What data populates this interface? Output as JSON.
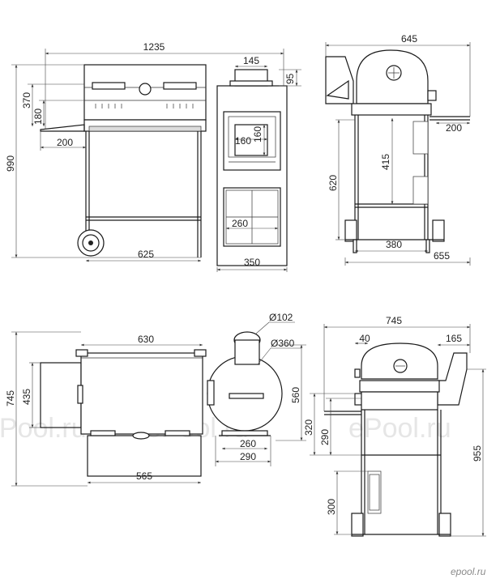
{
  "watermark": "ePool.ru",
  "logo": "epool.ru",
  "dimensions": {
    "front_total_width": "1235",
    "front_chimney_width": "145",
    "front_chimney_height": "95",
    "front_lid_height": "370",
    "front_grill_height": "180",
    "front_total_height": "990",
    "front_shelf_width": "200",
    "front_base_width": "625",
    "front_door_width": "160",
    "front_door_height": "160",
    "front_cabinet_width": "260",
    "front_smoker_width": "350",
    "side_total_width": "645",
    "side_shelf_width": "200",
    "side_inner_height": "415",
    "side_table_height": "620",
    "side_base_inner": "380",
    "side_base_total": "655",
    "top_grill_width": "630",
    "top_chimney_dia": "Ø102",
    "top_smoker_dia": "Ø360",
    "top_depth": "745",
    "top_shelf_depth": "435",
    "top_smoker_depth": "560",
    "top_base_inner": "260",
    "top_base_total": "290",
    "top_shelf_width": "565",
    "side2_total_width": "745",
    "side2_offset": "40",
    "side2_chimney": "165",
    "side2_shelf_h": "320",
    "side2_tray_h": "290",
    "side2_total_height": "955",
    "side2_cabinet_h": "300"
  }
}
